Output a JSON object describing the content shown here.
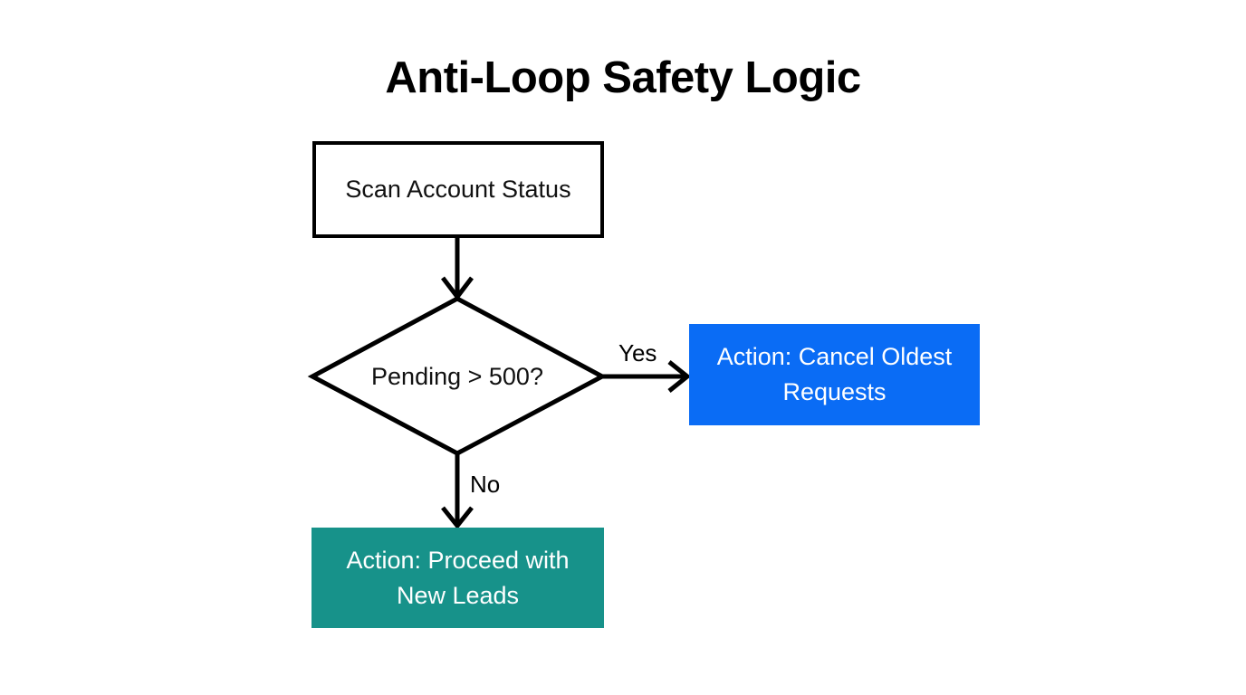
{
  "diagram": {
    "title": "Anti-Loop Safety Logic",
    "type": "flowchart",
    "background_color": "#ffffff",
    "nodes": [
      {
        "id": "scan",
        "shape": "rectangle",
        "label": "Scan Account Status",
        "fill": "#ffffff",
        "border": "#000000",
        "text_color": "#111111"
      },
      {
        "id": "decision",
        "shape": "diamond",
        "label": "Pending > 500?",
        "fill": "#ffffff",
        "border": "#000000",
        "text_color": "#111111"
      },
      {
        "id": "action_yes",
        "shape": "rectangle",
        "label": "Action: Cancel Oldest Requests",
        "fill": "#0a6cf5",
        "border": "none",
        "text_color": "#ffffff"
      },
      {
        "id": "action_no",
        "shape": "rectangle",
        "label": "Action: Proceed with New Leads",
        "fill": "#17928a",
        "border": "none",
        "text_color": "#ffffff"
      }
    ],
    "edges": [
      {
        "id": "scan-to-decision",
        "from": "scan",
        "to": "decision",
        "label": ""
      },
      {
        "id": "decision-to-yes",
        "from": "decision",
        "to": "action_yes",
        "label": "Yes"
      },
      {
        "id": "decision-to-no",
        "from": "decision",
        "to": "action_no",
        "label": "No"
      }
    ]
  }
}
